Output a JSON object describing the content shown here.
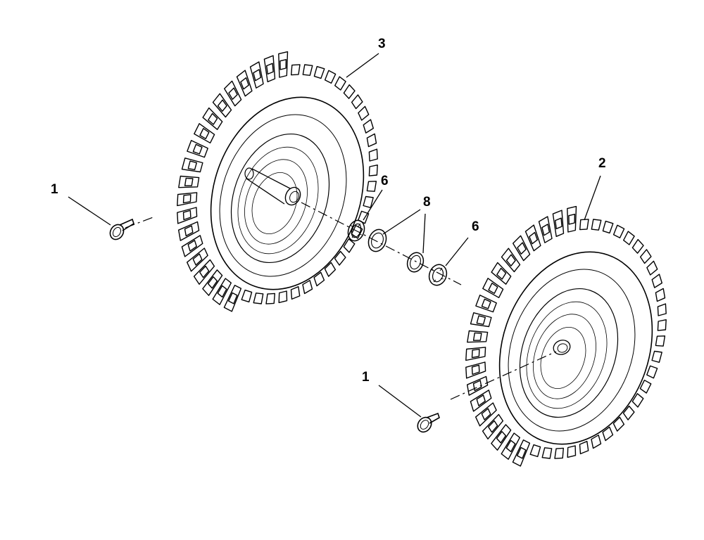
{
  "callouts": {
    "c1": "1",
    "c2": "2",
    "c3": "3",
    "c4": "6",
    "c5": "8",
    "c6": "6",
    "c7": "1"
  },
  "colors": {
    "line": "#000000",
    "background": "#ffffff"
  }
}
